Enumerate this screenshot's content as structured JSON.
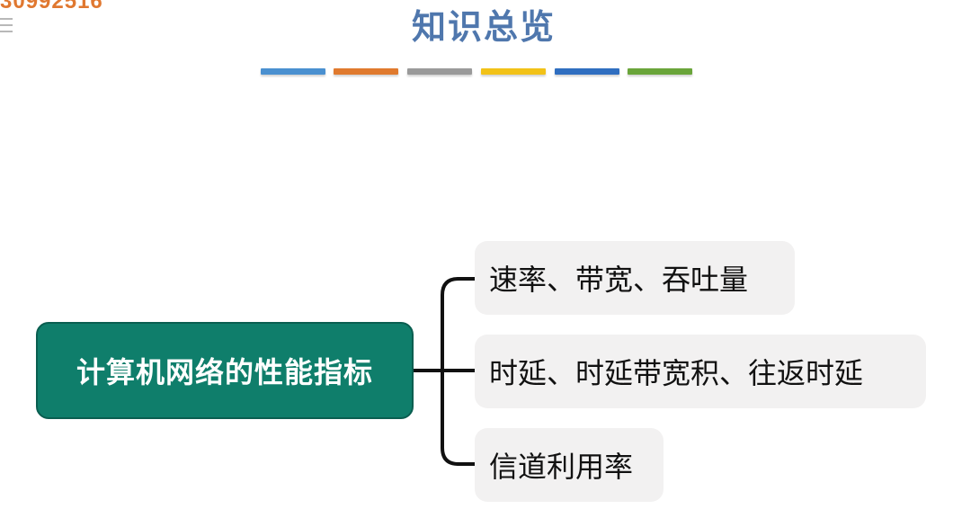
{
  "watermark": "30992516",
  "title": "知识总览",
  "color_bars": [
    "#4a90d0",
    "#e07a2e",
    "#9a9a9a",
    "#f2c218",
    "#2f6ec0",
    "#6aa53a"
  ],
  "colors": {
    "title": "#4f77ad",
    "root_fill": "#0f7e6b",
    "branch_fill": "#f2f1f1",
    "connector": "#111111"
  },
  "diagram": {
    "root": "计算机网络的性能指标",
    "branches": [
      "速率、带宽、吞吐量",
      "时延、时延带宽积、往返时延",
      "信道利用率"
    ]
  }
}
